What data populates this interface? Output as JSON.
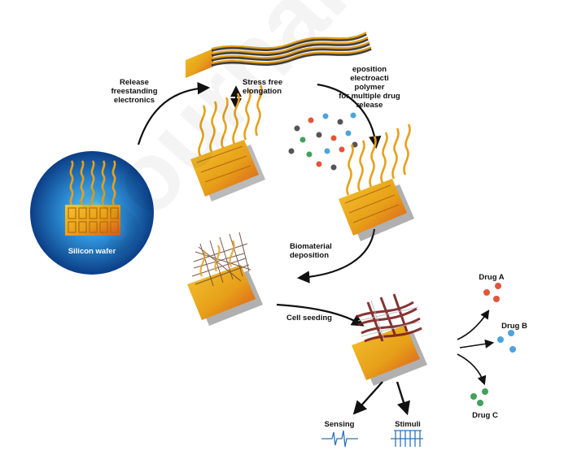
{
  "labels": {
    "release": "Release\nfreestanding\nelectronics",
    "stress_free": "Stress free\nelongation",
    "deposition": "eposition\nelectroacti\npolymer\nfor multiple drug\nrelease",
    "silicon_wafer": "Silicon wafer",
    "biomaterial": "Biomaterial\ndeposition",
    "cell_seeding": "Cell seeding",
    "drug_a": "Drug A",
    "drug_b": "Drug B",
    "drug_c": "Drug C",
    "sensing": "Sensing",
    "stimuli": "Stimuli"
  },
  "watermark_text": "Journal Pre-proof",
  "colors": {
    "gold": "#e7a019",
    "gold_dark": "#b46b0c",
    "orange_red": "#e1502a",
    "wafer_outer": "#0b3e86",
    "wafer_inner": "#2e8fd6",
    "drug_a": "#e2553b",
    "drug_b": "#4ea3dc",
    "drug_c": "#45a05c",
    "signal": "#2f73b8",
    "scaffold": "#6a4a3c",
    "cells": "#7a1f1f"
  }
}
